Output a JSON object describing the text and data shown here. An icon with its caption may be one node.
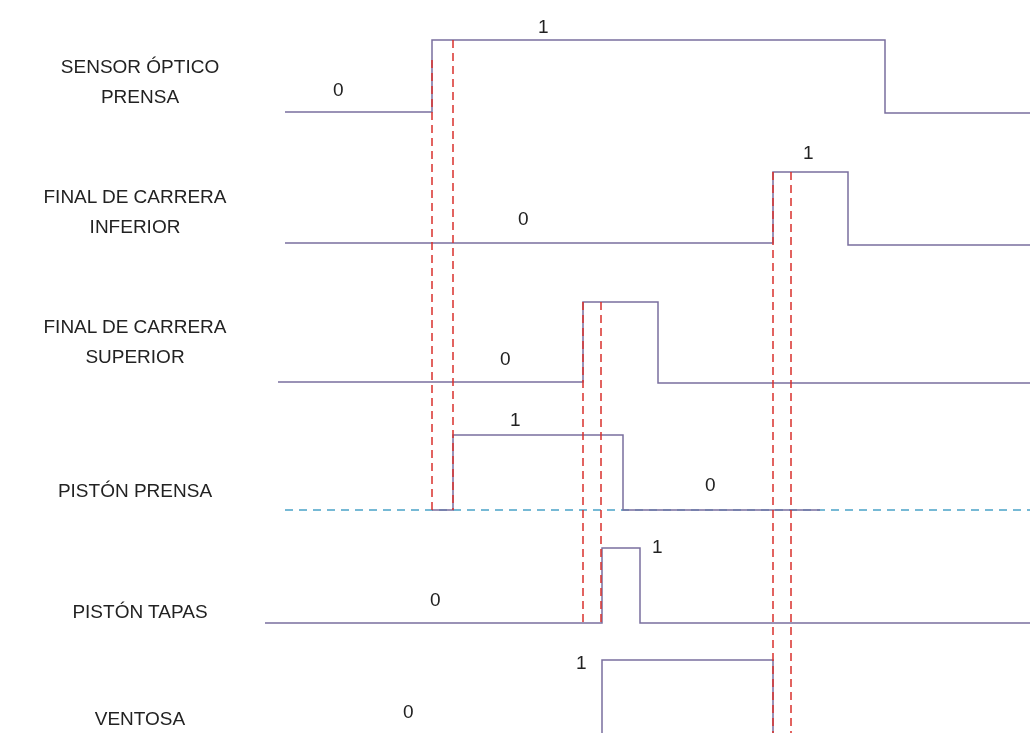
{
  "diagram": {
    "labels": [
      "1",
      "SENSOR ÓPTICO PRENSA",
      "0",
      "1",
      "FINAL DE CARRERA INFERIOR",
      "0",
      "FINAL DE CARRERA SUPERIOR",
      "0",
      "1",
      "PISTÓN PRENSA",
      "0",
      "1",
      "0",
      "PISTÓN TAPAS",
      "1",
      "VENTOSA",
      "0"
    ]
  }
}
